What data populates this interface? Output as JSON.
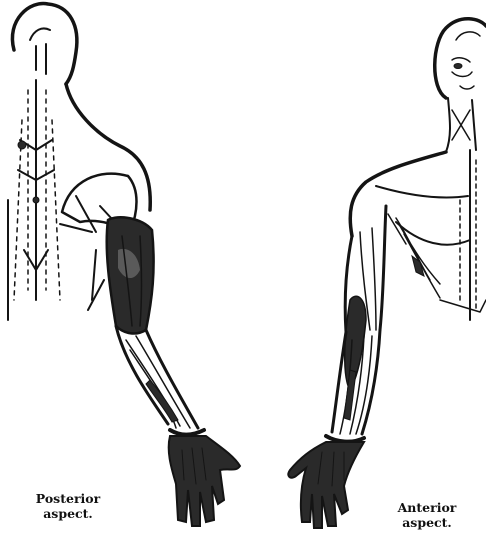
{
  "captions": {
    "posterior_line1": "Posterior",
    "posterior_line2": "aspect.",
    "anterior_line1": "Anterior",
    "anterior_line2": "aspect."
  },
  "colors": {
    "ink": "#141414",
    "background": "#ffffff",
    "shading": "#2a2a2a"
  }
}
